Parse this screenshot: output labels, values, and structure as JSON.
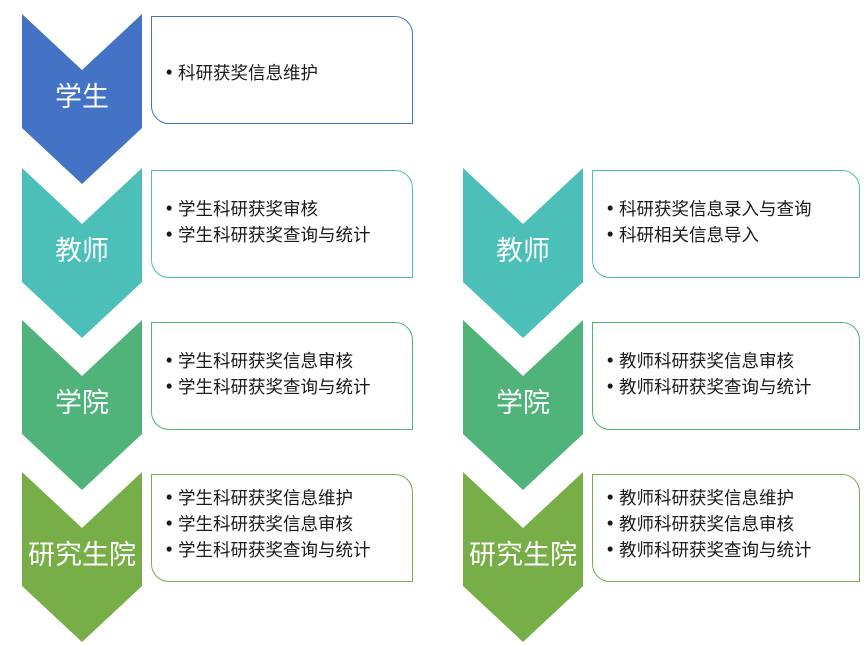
{
  "colors": {
    "student": "#4472C4",
    "teacher": "#4BBFB8",
    "college": "#4FB37A",
    "graduate": "#77AE47"
  },
  "left": [
    {
      "role": "学生",
      "color_key": "student",
      "items": [
        "科研获奖信息维护"
      ]
    },
    {
      "role": "教师",
      "color_key": "teacher",
      "items": [
        "学生科研获奖审核",
        "学生科研获奖查询与统计"
      ]
    },
    {
      "role": "学院",
      "color_key": "college",
      "items": [
        "学生科研获奖信息审核",
        "学生科研获奖查询与统计"
      ]
    },
    {
      "role": "研究生院",
      "color_key": "graduate",
      "items": [
        "学生科研获奖信息维护",
        "学生科研获奖信息审核",
        "学生科研获奖查询与统计"
      ]
    }
  ],
  "right": [
    {
      "role": "教师",
      "color_key": "teacher",
      "items": [
        "科研获奖信息录入与查询",
        "科研相关信息导入"
      ]
    },
    {
      "role": "学院",
      "color_key": "college",
      "items": [
        "教师科研获奖信息审核",
        "教师科研获奖查询与统计"
      ]
    },
    {
      "role": "研究生院",
      "color_key": "graduate",
      "items": [
        "教师科研获奖信息维护",
        "教师科研获奖信息审核",
        "教师科研获奖查询与统计"
      ]
    }
  ]
}
